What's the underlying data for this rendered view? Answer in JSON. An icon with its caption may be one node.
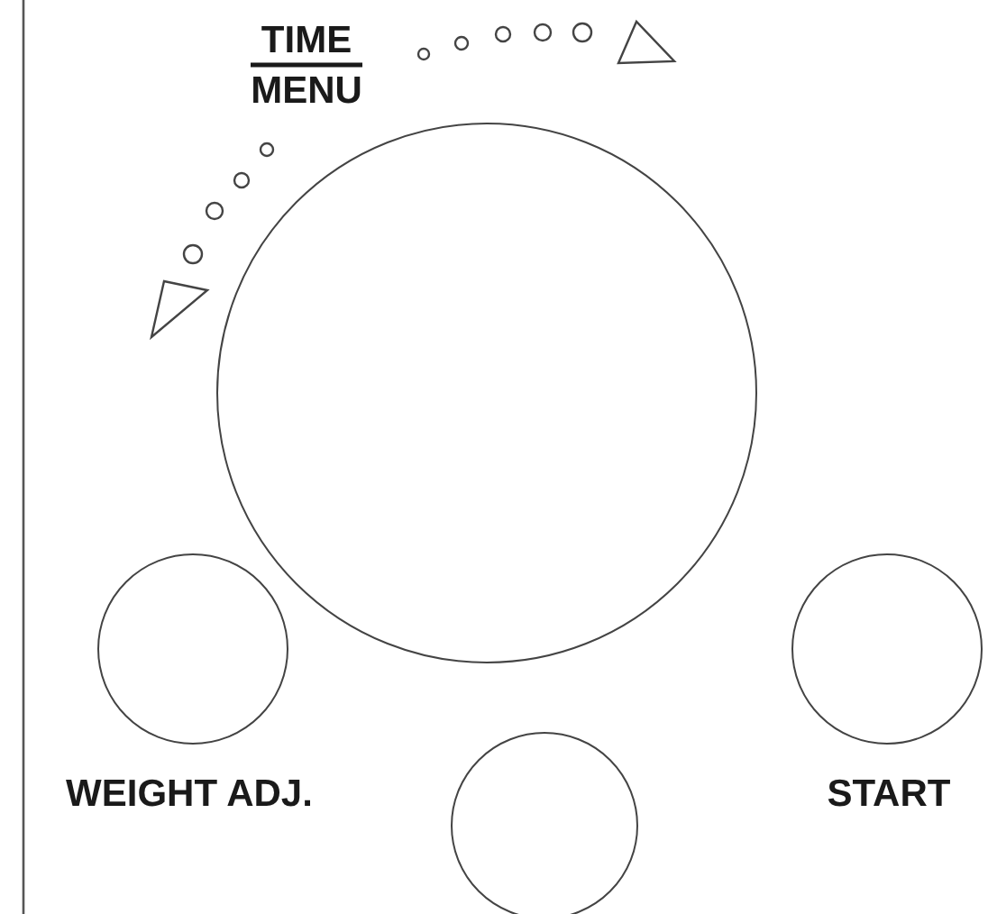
{
  "diagram": {
    "nodes": [
      {
        "text": [],
        "shape": "circle",
        "beside": [
          "TIME",
          "MENU"
        ]
      },
      {
        "text": [],
        "shape": "circle",
        "beside": [
          "WEIGHT ADJ."
        ]
      },
      {
        "text": [],
        "shape": "circle"
      },
      {
        "text": [],
        "shape": "circle",
        "beside": [
          "START"
        ]
      }
    ]
  }
}
